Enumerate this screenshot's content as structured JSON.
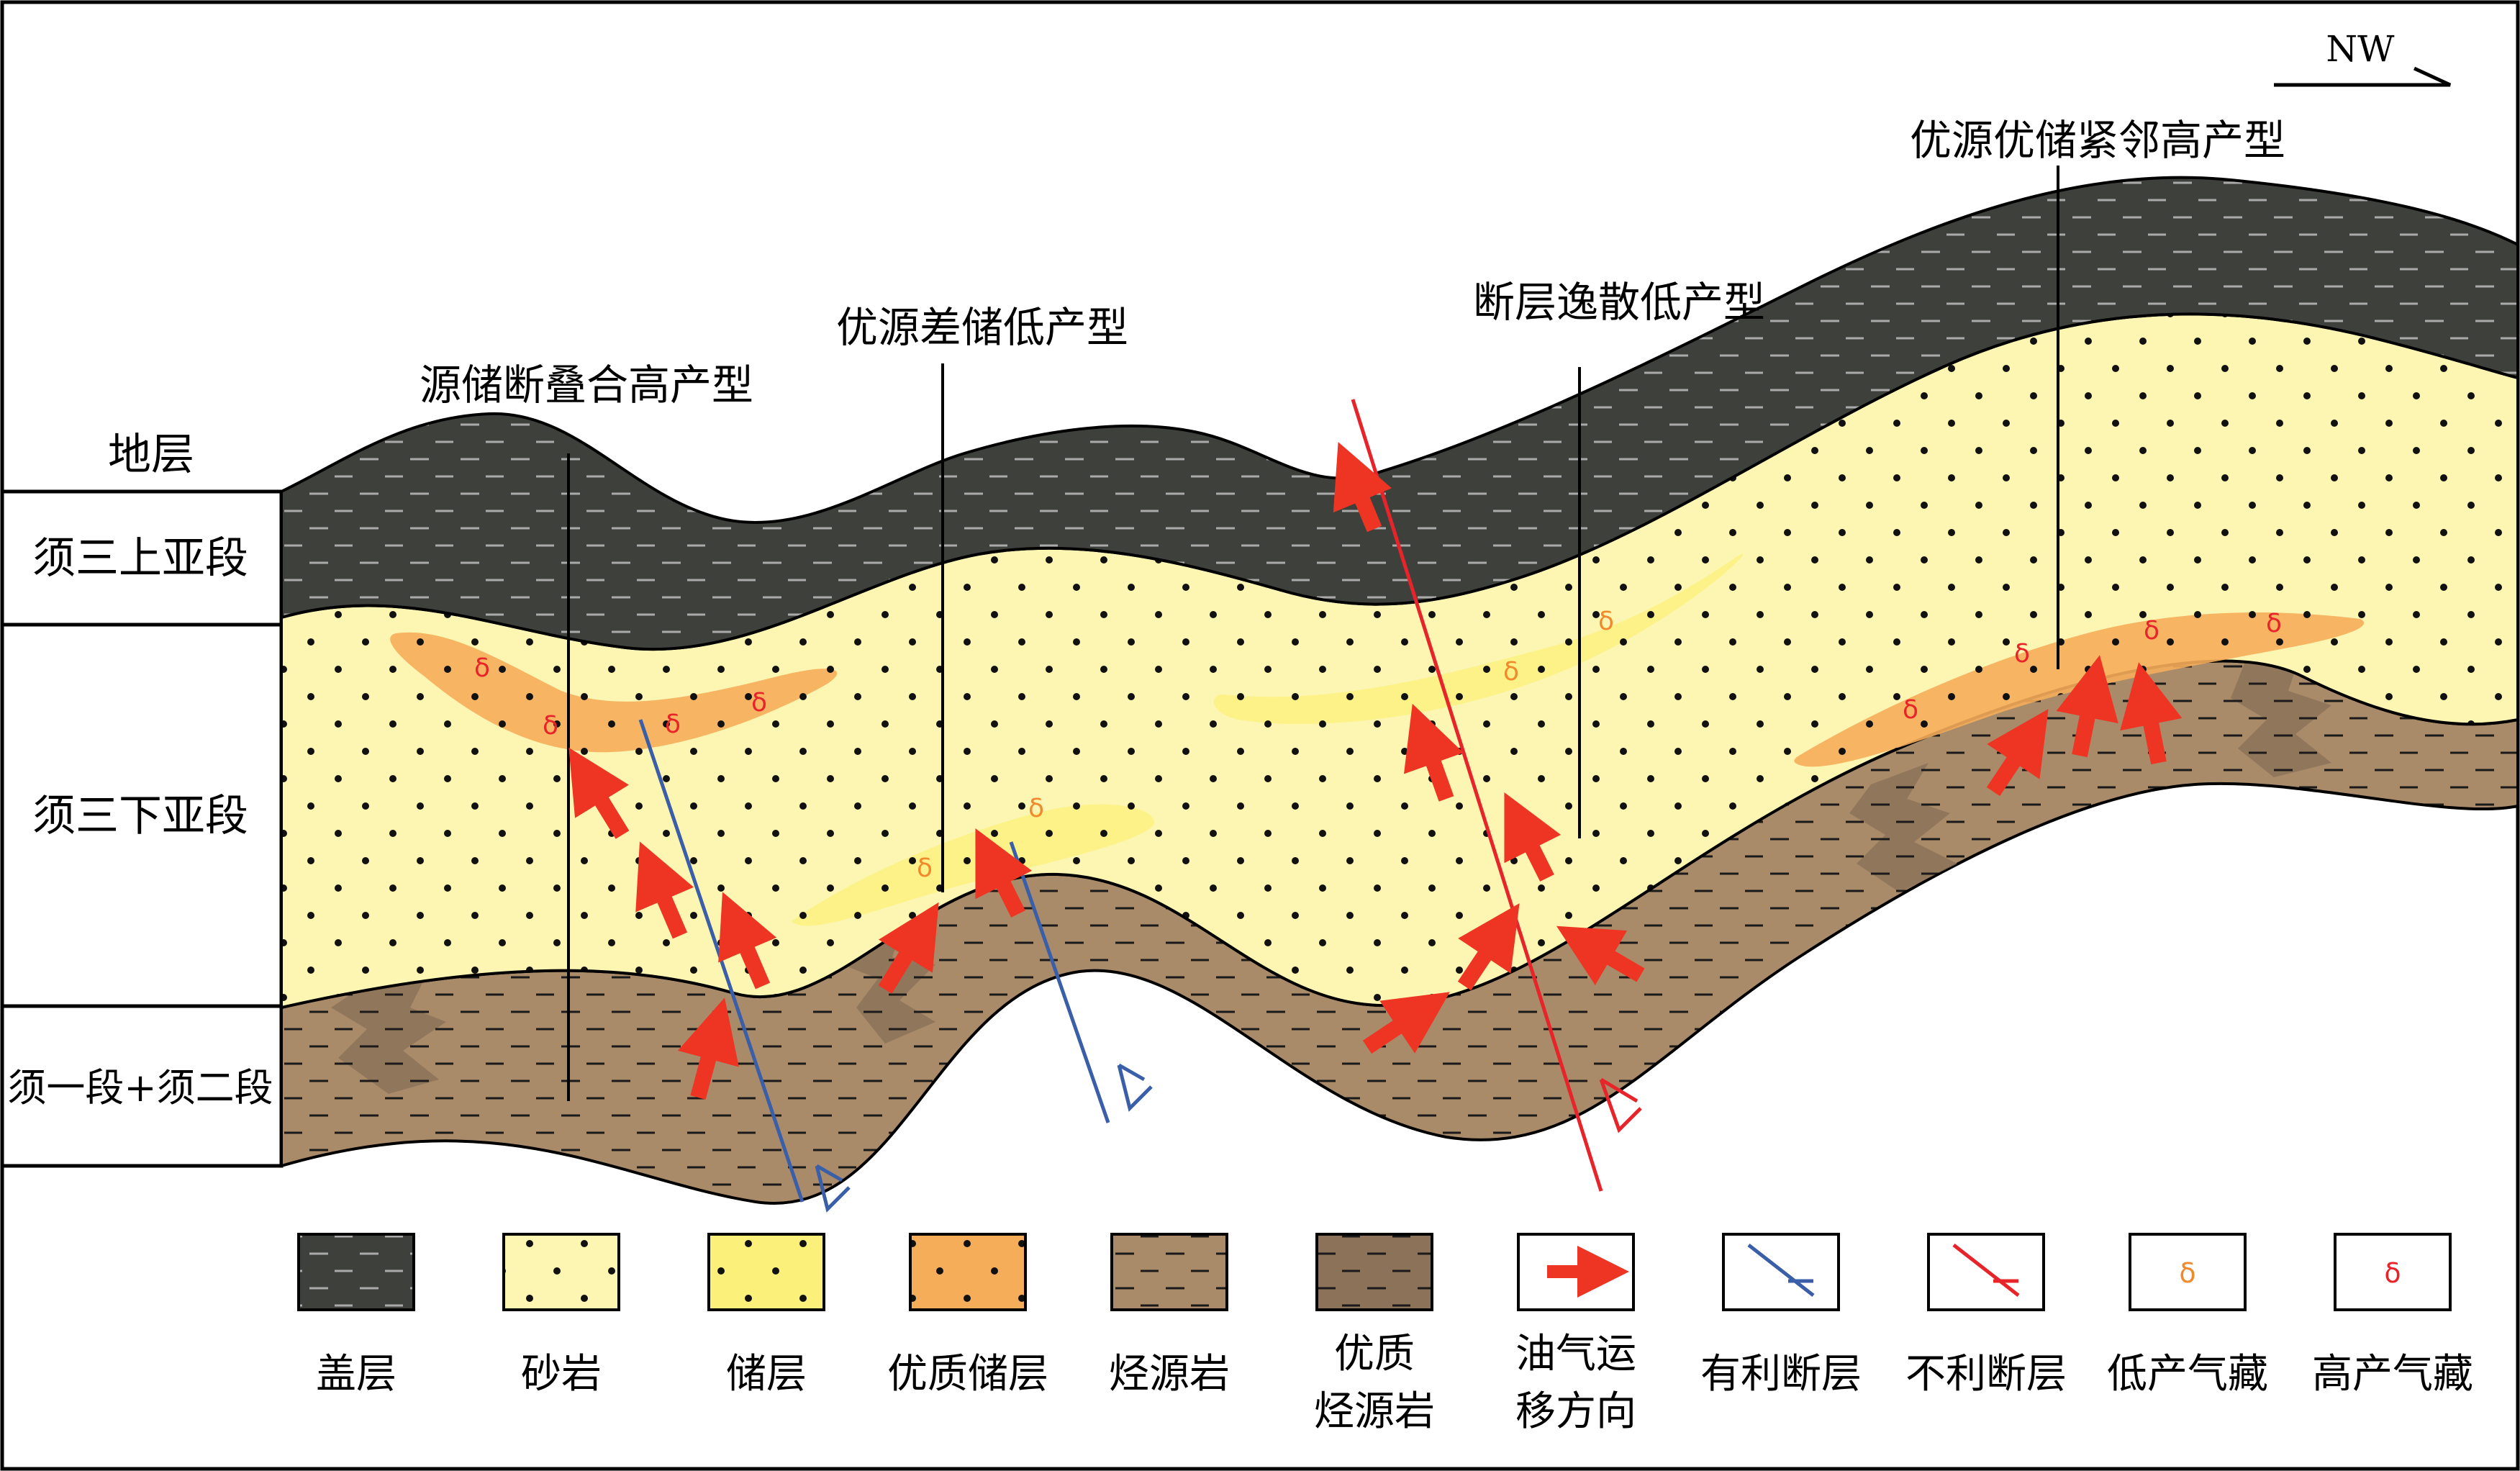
{
  "direction_label": "NW",
  "strata_header": "地层",
  "strata": [
    {
      "name": "须三上亚段"
    },
    {
      "name": "须三下亚段"
    },
    {
      "name": "须一段+须二段"
    }
  ],
  "models": [
    {
      "name": "源储断叠合高产型"
    },
    {
      "name": "优源差储低产型"
    },
    {
      "name": "断层逸散低产型"
    },
    {
      "name": "优源优储紧邻高产型"
    }
  ],
  "legend": [
    {
      "key": "caprock",
      "label": "盖层",
      "color": "#3e403c"
    },
    {
      "key": "sandstone",
      "label": "砂岩",
      "color": "#fdf6b2"
    },
    {
      "key": "reservoir",
      "label": "储层",
      "color": "#fbf07a"
    },
    {
      "key": "quality_reservoir",
      "label": "优质储层",
      "color": "#f6ad5a"
    },
    {
      "key": "source_rock",
      "label": "烃源岩",
      "color": "#a98b6a"
    },
    {
      "key": "quality_source_rock",
      "label_line1": "优质",
      "label_line2": "烃源岩",
      "color": "#8c7258"
    },
    {
      "key": "migration",
      "label_line1": "油气运",
      "label_line2": "移方向",
      "color": "#ee3524"
    },
    {
      "key": "favorable_fault",
      "label": "有利断层",
      "color": "#3a5fa8"
    },
    {
      "key": "unfavorable_fault",
      "label": "不利断层",
      "color": "#e8242b"
    },
    {
      "key": "low_gas",
      "label": "低产气藏",
      "color": "#f08a2c"
    },
    {
      "key": "high_gas",
      "label": "高产气藏",
      "color": "#e8242b"
    }
  ]
}
